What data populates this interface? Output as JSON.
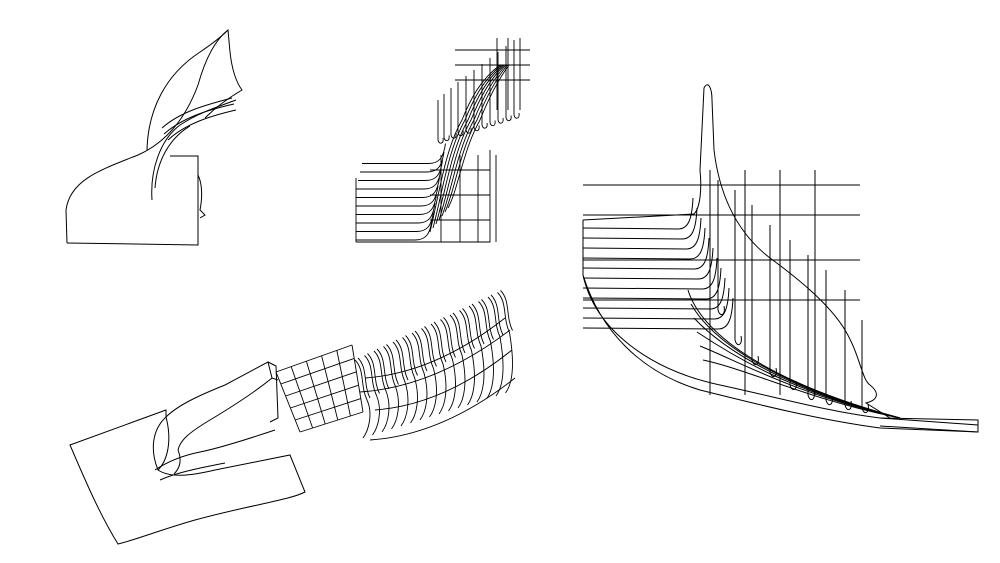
{
  "figure": {
    "background": "#ffffff",
    "line_color": "#000000",
    "panels": [
      {
        "name": "surface-model-small"
      },
      {
        "name": "section-lattice-elevation"
      },
      {
        "name": "surface-model-plan"
      },
      {
        "name": "rib-array-perspective"
      },
      {
        "name": "section-lattice-large"
      }
    ]
  }
}
